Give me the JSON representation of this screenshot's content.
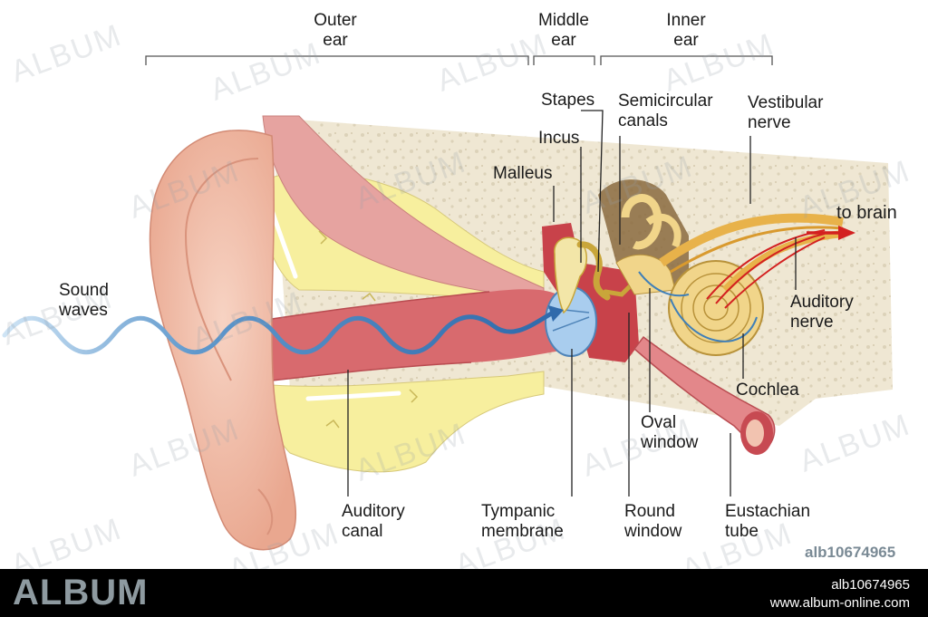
{
  "sections": {
    "outer": "Outer\near",
    "middle": "Middle\near",
    "inner": "Inner\near"
  },
  "labels": {
    "sound_waves": "Sound\nwaves",
    "stapes": "Stapes",
    "incus": "Incus",
    "malleus": "Malleus",
    "semicircular": "Semicircular\ncanals",
    "vestibular": "Vestibular\nnerve",
    "to_brain": "to brain",
    "auditory_nerve": "Auditory\nnerve",
    "cochlea": "Cochlea",
    "oval_window": "Oval\nwindow",
    "auditory_canal": "Auditory\ncanal",
    "tympanic": "Tympanic\nmembrane",
    "round_window": "Round\nwindow",
    "eustachian": "Eustachian\ntube"
  },
  "watermark": "ALBUM",
  "image_id": "alb10674965",
  "footer": {
    "brand": "ALBUM",
    "ref": "alb10674965",
    "url": "www.album-online.com"
  },
  "colors": {
    "skin": "#f2c3b0",
    "canal": "#d86a6e",
    "cartilage": "#f7ef9e",
    "bone": "#efe7d3",
    "sound_wave": "#3d7ab8",
    "nerve": "#e8b24a",
    "brain_arrow": "#d32020"
  }
}
